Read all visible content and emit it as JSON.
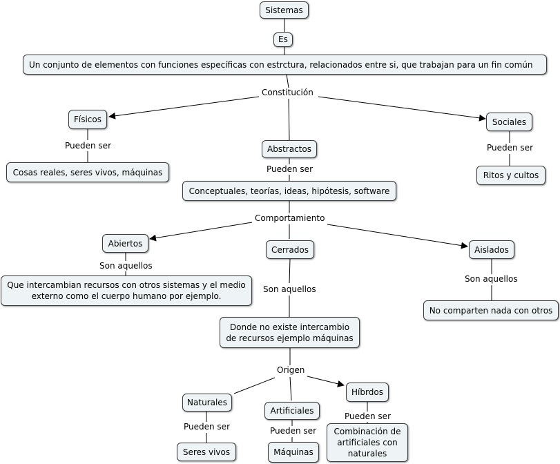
{
  "nodes": {
    "sistemas": "Sistemas",
    "definicion": "Un conjunto de elementos con funciones específicas con estrctura, relacionados entre si, que  trabajan para un fin común",
    "fisicos": "Físicos",
    "cosas": "Cosas reales, seres vivos, máquinas",
    "abstractos": "Abstractos",
    "conceptuales": "Conceptuales, teorías, ideas, hipótesis, software",
    "sociales": "Sociales",
    "ritos": "Ritos y cultos",
    "abiertos": "Abiertos",
    "intercambian": "Que intercambian recursos con otros sistemas y el medio\nexterno como el cuerpo humano por ejemplo.",
    "cerrados": "Cerrados",
    "no_existe": "Donde no existe intercambio\nde recursos ejemplo máquinas",
    "aislados": "Aislados",
    "no_comparten": "No comparten nada con otros",
    "naturales": "Naturales",
    "seres_vivos": "Seres vivos",
    "artificiales": "Artificiales",
    "maquinas": "Máquinas",
    "hibrdos": "Híbrdos",
    "combinacion": "Combinación de\nartificiales con\nnaturales"
  },
  "links": {
    "es": "Es",
    "constitucion": "Constitución",
    "pueden_ser_fisicos": "Pueden ser",
    "pueden_ser_abstractos": "Pueden ser",
    "pueden_ser_sociales": "Pueden ser",
    "comportamiento": "Comportamiento",
    "son_aquellos_abiertos": "Son aquellos",
    "son_aquellos_cerrados": "Son aquellos",
    "son_aquellos_aislados": "Son aquellos",
    "origen": "Origen",
    "pueden_ser_naturales": "Pueden ser",
    "pueden_ser_artificiales": "Pueden ser",
    "pueden_ser_hibrdos": "Pueden ser"
  }
}
